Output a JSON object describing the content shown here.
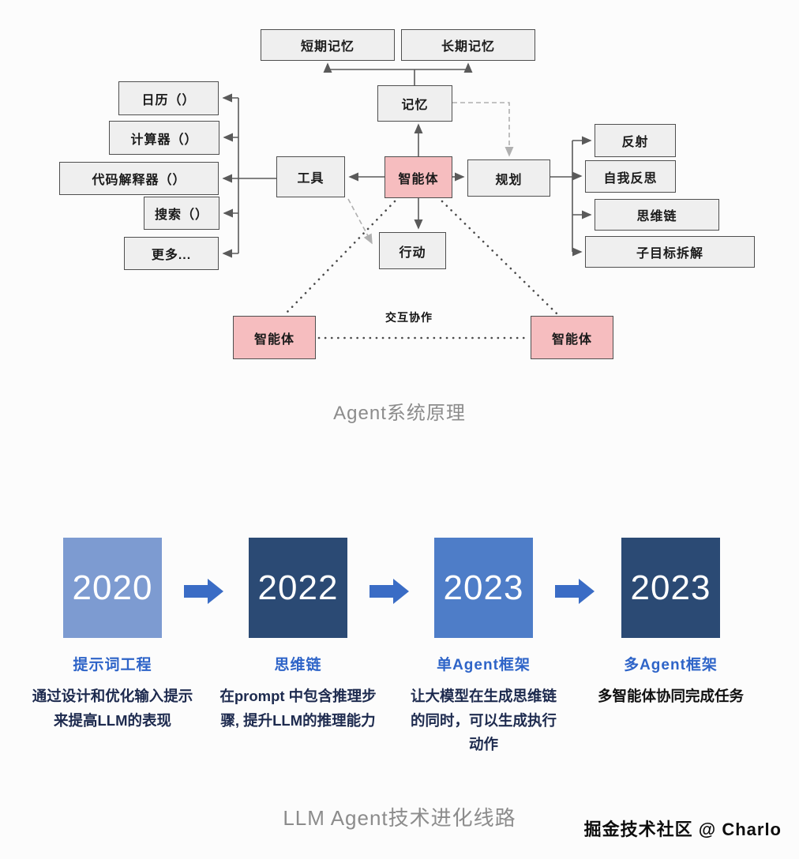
{
  "diagram": {
    "caption": "Agent系统原理",
    "nodes": {
      "short_term_memory": "短期记忆",
      "long_term_memory": "长期记忆",
      "memory": "记忆",
      "calendar": "日历（）",
      "calculator": "计算器（）",
      "code_interpreter": "代码解释器（）",
      "search": "搜索（）",
      "more": "更多...",
      "tools": "工具",
      "agent": "智能体",
      "planning": "规划",
      "reflection": "反射",
      "self_reflection": "自我反思",
      "chain_of_thought": "思维链",
      "subgoal_decomposition": "子目标拆解",
      "action": "行动",
      "agent_left": "智能体",
      "agent_right": "智能体",
      "collaboration_label": "交互协作"
    },
    "colors": {
      "box_fill": "#efefef",
      "box_border": "#4f4f4f",
      "agent_box_fill": "#f6bdbf",
      "connector": "#5a5a5a",
      "dashed_connector": "#b0b0b0"
    }
  },
  "timeline": {
    "caption": "LLM Agent技术进化线路",
    "arrow_color": "#3a6cc5",
    "label_color": "#2e64c8",
    "stages": [
      {
        "year": "2020",
        "color": "#7d9bd1",
        "label": "提示词工程",
        "desc": "通过设计和优化输入提示来提高LLM的表现"
      },
      {
        "year": "2022",
        "color": "#2b4a74",
        "label": "思维链",
        "desc": "在prompt 中包含推理步骤, 提升LLM的推理能力"
      },
      {
        "year": "2023",
        "color": "#4e7dc8",
        "label": "单Agent框架",
        "desc": "让大模型在生成思维链的同时，可以生成执行动作"
      },
      {
        "year": "2023",
        "color": "#2b4a74",
        "label": "多Agent框架",
        "desc": "多智能体协同完成任务"
      }
    ]
  },
  "watermark": "掘金技术社区 @ Charlo"
}
